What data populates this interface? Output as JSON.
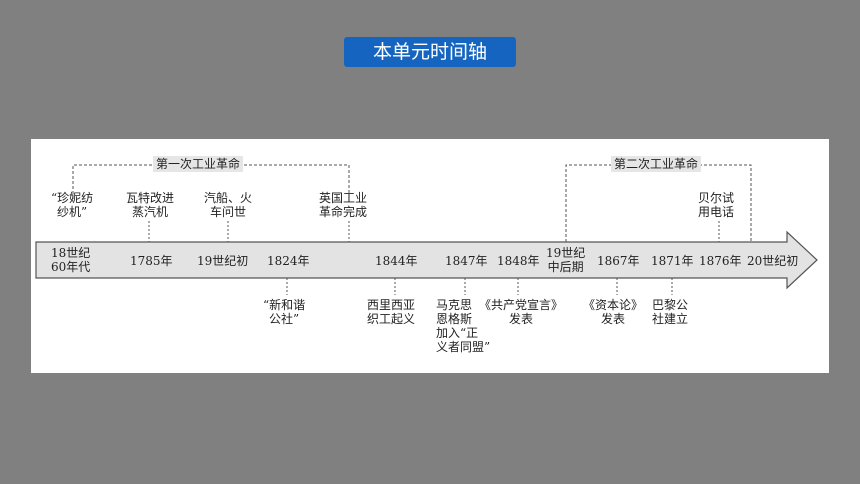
{
  "title": "本单元时间轴",
  "eras": {
    "first": "第一次工业革命",
    "second": "第二次工业革命"
  },
  "axis_labels": {
    "t1": "18世纪\n60年代",
    "t2": "1785年",
    "t3": "19世纪初",
    "t4": "1824年",
    "t5": "1844年",
    "t6": "1847年",
    "t7": "1848年",
    "t8": "19世纪\n中后期",
    "t9": "1867年",
    "t10": "1871年",
    "t11": "1876年",
    "t12": "20世纪初"
  },
  "events_above": {
    "e1": "“珍妮纺\n纱机”",
    "e2": "瓦特改进\n蒸汽机",
    "e3": "汽船、火\n车问世",
    "e4": "英国工业\n革命完成",
    "e5": "贝尔试\n用电话"
  },
  "events_below": {
    "b1": "“新和谐\n公社”",
    "b2": "西里西亚\n织工起义",
    "b3": "马克思\n恩格斯\n加入“正\n义者同盟”",
    "b4": "《共产党宣言》\n发表",
    "b5": "《资本论》\n发表",
    "b6": "巴黎公\n社建立"
  }
}
